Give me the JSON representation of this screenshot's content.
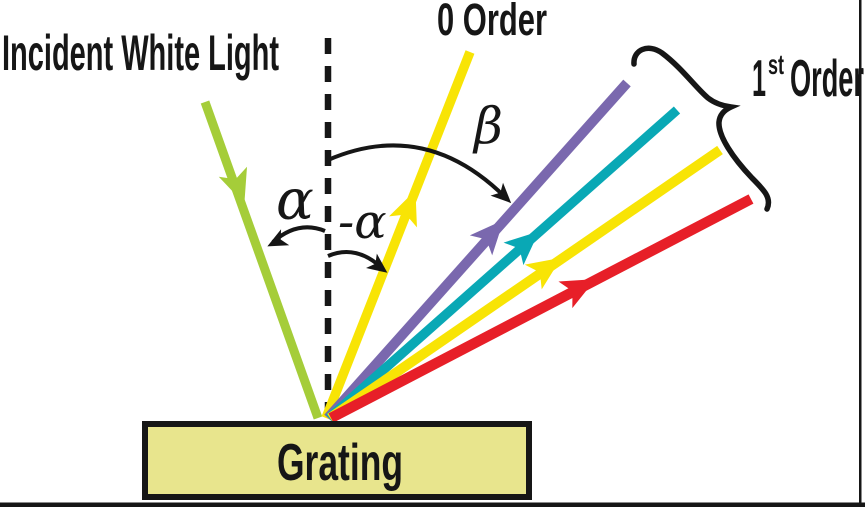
{
  "title": "Diffraction grating diagram",
  "labels": {
    "incident": "Incident White Light",
    "zero_order": "0 Order",
    "first_order_num": "1",
    "first_order_sup": "st",
    "first_order_word": "Order",
    "grating": "Grating",
    "alpha": "α",
    "neg_alpha": "-α",
    "beta": "β"
  },
  "colors": {
    "incident_beam": "#a5cd39",
    "zero_order_beam": "#f8e405",
    "first_violet": "#7a68ae",
    "first_cyan": "#09a8b5",
    "first_yellow": "#f8e405",
    "first_red": "#e71f28",
    "grating_fill": "#e8e58d",
    "outline": "#161616"
  },
  "diagram": {
    "type": "diffraction-grating",
    "normal_line": "dashed vertical normal at grating surface",
    "angles": [
      {
        "symbol": "α",
        "meaning": "incidence angle between incident beam and normal"
      },
      {
        "symbol": "-α",
        "meaning": "zero-order (specular) angle on other side of normal"
      },
      {
        "symbol": "β",
        "meaning": "diffraction angle between normal and first-order beam"
      }
    ],
    "beams": [
      {
        "name": "incident-white-light",
        "color_key": "incident_beam",
        "direction": "down toward grating"
      },
      {
        "name": "zero-order",
        "color_key": "zero_order_beam",
        "direction": "up from grating"
      },
      {
        "name": "first-order-violet",
        "color_key": "first_violet",
        "direction": "up-right from grating"
      },
      {
        "name": "first-order-cyan",
        "color_key": "first_cyan",
        "direction": "up-right from grating"
      },
      {
        "name": "first-order-yellow",
        "color_key": "first_yellow",
        "direction": "up-right from grating"
      },
      {
        "name": "first-order-red",
        "color_key": "first_red",
        "direction": "up-right from grating"
      }
    ]
  }
}
